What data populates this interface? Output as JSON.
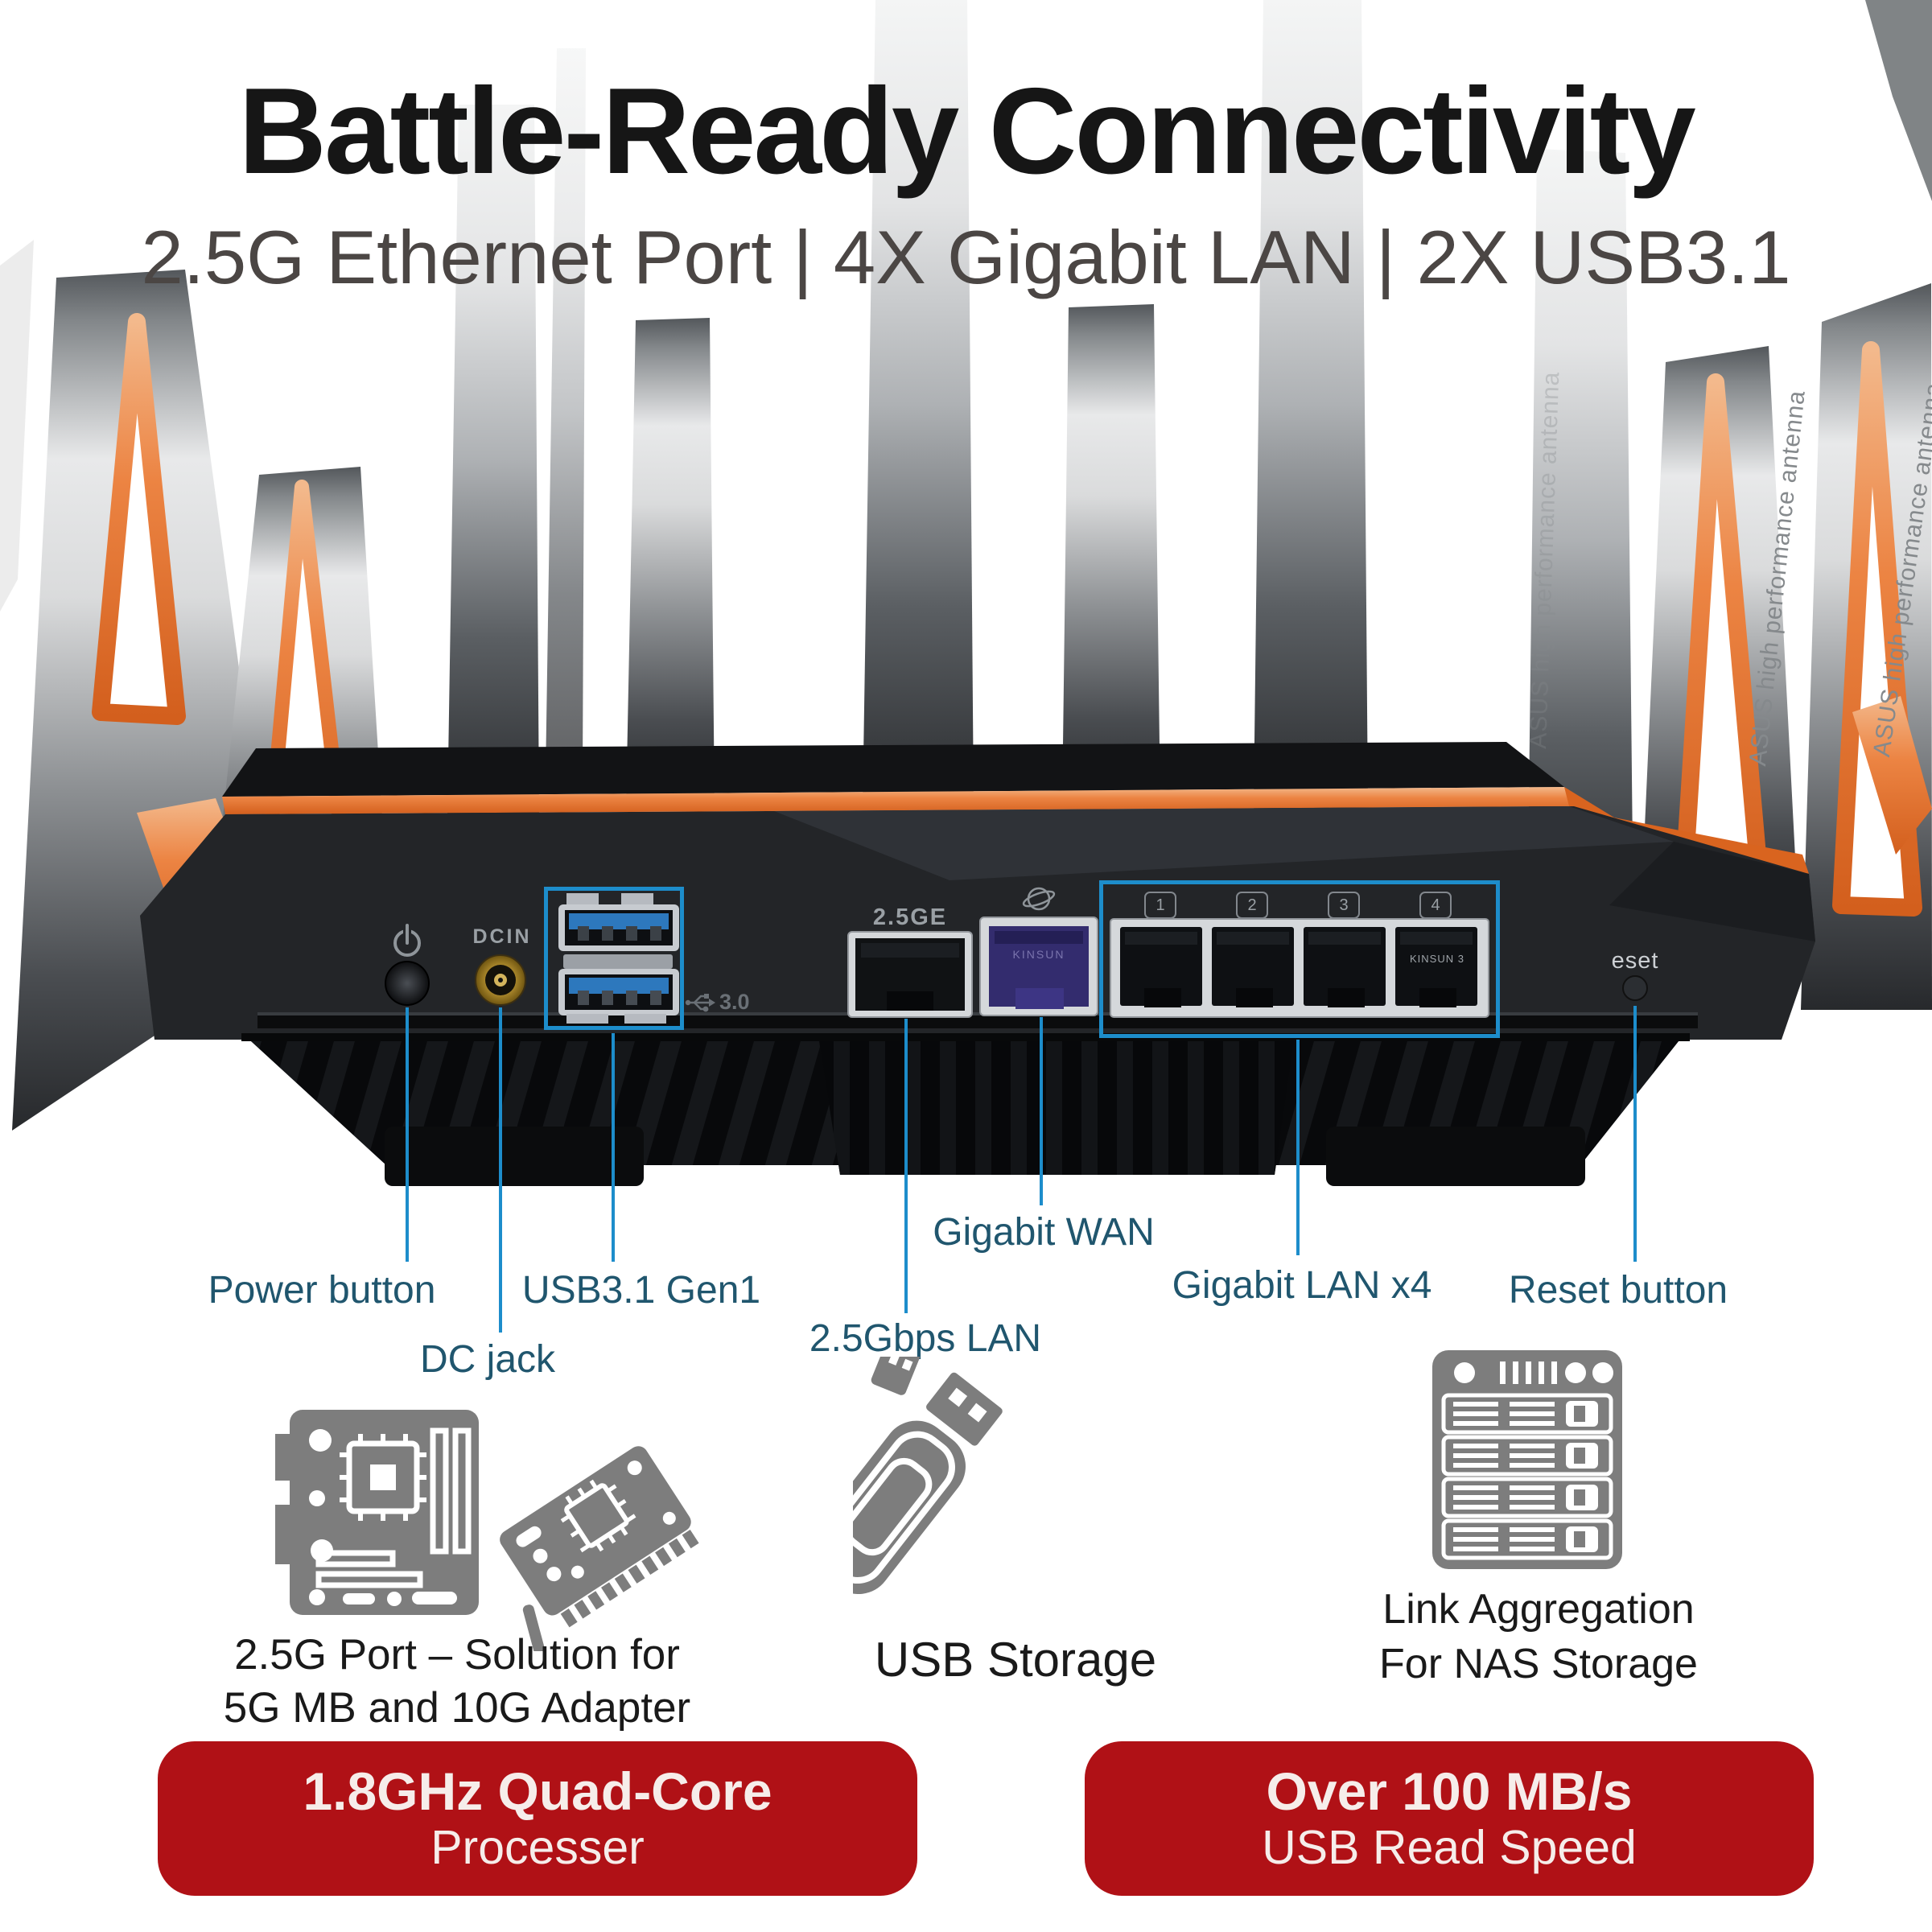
{
  "header": {
    "title": "Battle-Ready Connectivity",
    "subtitle": "2.5G Ethernet Port | 4X Gigabit LAN | 2X USB3.1"
  },
  "device": {
    "dcin_label": "DCIN",
    "usb_logo_label": "3.0",
    "multigig_port_label": "2.5GE",
    "wan_insert_label": "KINSUN",
    "lan4_insert_label": "KINSUN 3",
    "lan_port_numbers": [
      "1",
      "2",
      "3",
      "4"
    ],
    "reset_label": "eset",
    "antenna_side_text": "ASUS high performance antenna"
  },
  "callouts": {
    "power": "Power button",
    "usb": "USB3.1 Gen1",
    "dc": "DC jack",
    "lan25": "2.5Gbps LAN",
    "wan": "Gigabit WAN",
    "lan4": "Gigabit LAN x4",
    "reset": "Reset button"
  },
  "features": {
    "multigig": {
      "icon": "motherboard-and-adapter-icon",
      "line1": "2.5G Port – Solution for",
      "line2": "5G MB and 10G Adapter"
    },
    "usb": {
      "icon": "usb-flash-drive-icon",
      "line1": "USB Storage"
    },
    "nas": {
      "icon": "nas-server-icon",
      "line1": "Link Aggregation",
      "line2": "For NAS Storage"
    }
  },
  "banners": {
    "left": {
      "line1": "1.8GHz Quad-Core",
      "line2": "Processer"
    },
    "right": {
      "line1": "Over 100 MB/s",
      "line2": "USB Read Speed"
    }
  },
  "colors": {
    "callout_blue": "#1d8dcb",
    "label_teal": "#20566e",
    "banner_red": "#b01116",
    "accent_orange": "#e4702e",
    "icon_gray": "#7d7d7d"
  }
}
